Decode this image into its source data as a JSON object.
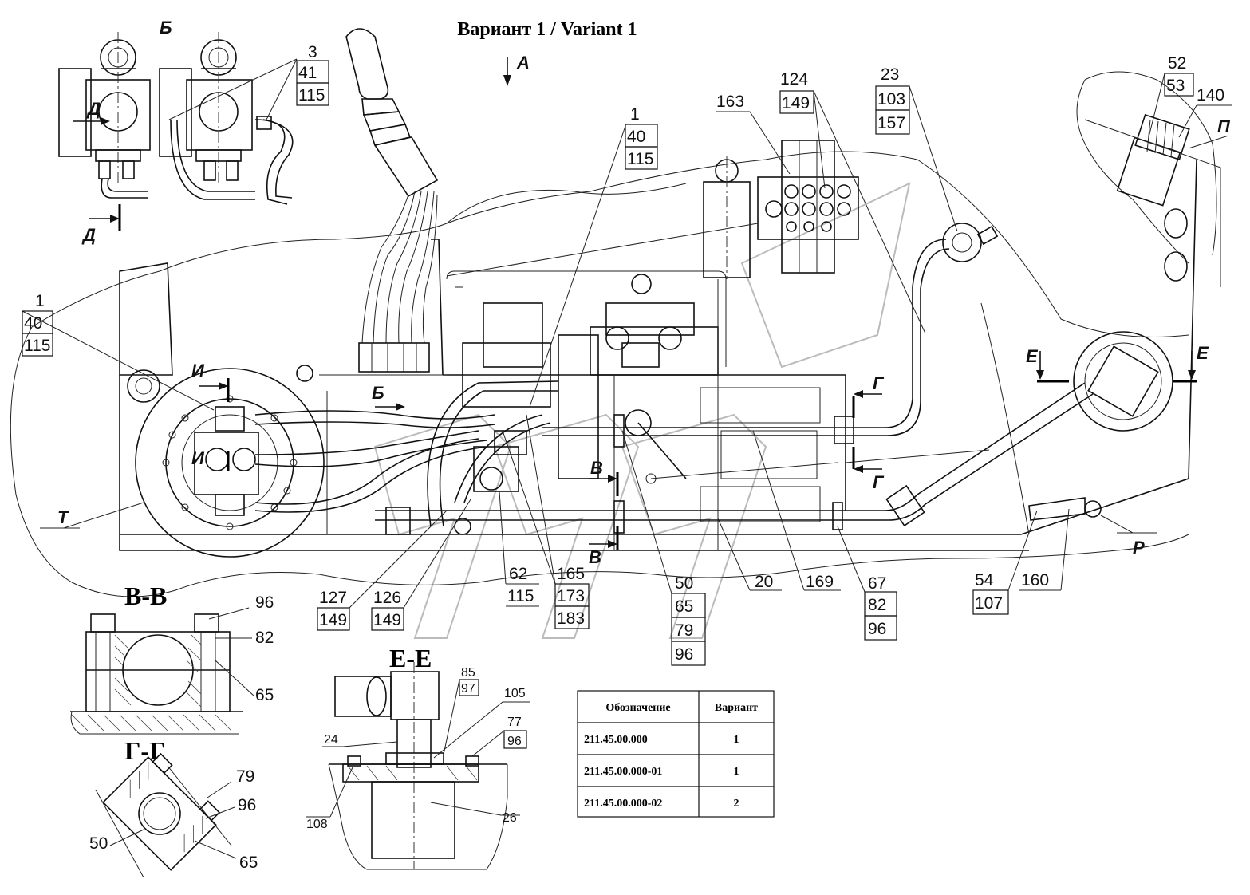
{
  "title": "Вариант 1 / Variant 1",
  "view_marks": {
    "A": "A",
    "B": "Б",
    "D": "Д",
    "I": "И",
    "V": "В",
    "G": "Г",
    "E": "Е",
    "P": "П",
    "R": "Р",
    "T": "Т"
  },
  "sections": {
    "vv": "В-В",
    "gg": "Г-Г",
    "ee": "Е-Е"
  },
  "callouts": {
    "c_3_41_115": [
      "3",
      "41",
      "115"
    ],
    "c_1_40_115_top": [
      "1",
      "40",
      "115"
    ],
    "c_1_40_115_left": [
      "1",
      "40",
      "115"
    ],
    "c_163": "163",
    "c_124_149": [
      "124",
      "149"
    ],
    "c_23_103_157": [
      "23",
      "103",
      "157"
    ],
    "c_52_53": [
      "52",
      "53"
    ],
    "c_140": "140",
    "c_127_149": [
      "127",
      "149"
    ],
    "c_126_149": [
      "126",
      "149"
    ],
    "c_62_115": [
      "62",
      "115"
    ],
    "c_165_173_183": [
      "165",
      "173",
      "183"
    ],
    "c_50_65_79_96": [
      "50",
      "65",
      "79",
      "96"
    ],
    "c_20": "20",
    "c_169": "169",
    "c_67_82_96": [
      "67",
      "82",
      "96"
    ],
    "c_54_107": [
      "54",
      "107"
    ],
    "c_160": "160"
  },
  "section_vv_labels": [
    "96",
    "82",
    "65"
  ],
  "section_gg_labels": [
    "79",
    "96",
    "50",
    "65"
  ],
  "section_ee_labels": {
    "l24": "24",
    "l85": "85",
    "l97": "97",
    "l105": "105",
    "l77": "77",
    "l96": "96",
    "l108": "108",
    "l26": "26"
  },
  "variant_table": {
    "headers": [
      "Обозначение",
      "Вариант"
    ],
    "rows": [
      [
        "211.45.00.000",
        "1"
      ],
      [
        "211.45.00.000-01",
        "1"
      ],
      [
        "211.45.00.000-02",
        "2"
      ]
    ]
  }
}
